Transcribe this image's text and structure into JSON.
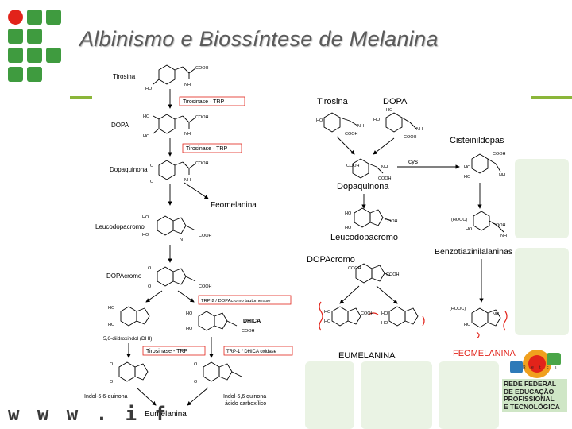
{
  "slide": {
    "title": "Albinismo e Biossíntese de Melanina",
    "url_fragment": "w w w . i f"
  },
  "left_pathway": {
    "compounds": {
      "tirosina": "Tirosina",
      "dopa": "DOPA",
      "dopaquinona": "Dopaquinona",
      "feomelanina": "Feomelanina",
      "leucodopacromo": "Leucodopacromo",
      "dopacromo": "DOPAcromo",
      "dhi": "5,6-diidroxindol (DHI)",
      "dhica": "DHICA",
      "indol_quinona": "Indol-5,6-quinona",
      "indol_quinona_acid_1": "Indol-5,6 quinona",
      "indol_quinona_acid_2": "ácido carboxílico",
      "eumelanina": "Eumelanina"
    },
    "enzymes": {
      "tyr_trp_1": "Tirosinase · TRP",
      "tyr_trp_2": "Tirosinase · TRP",
      "trp2": "TRP-2 / DOPAcromo tautomerase",
      "tyr_trp_3": "Tirosinase - TRP",
      "trp1": "TRP-1 / DHICA oxidase"
    },
    "groups": {
      "cooh": "COOH",
      "ho": "HO",
      "o": "O",
      "nh2": "NH",
      "sub2": "2",
      "n": "N",
      "h": "H"
    }
  },
  "right_pathway": {
    "compounds": {
      "tirosina": "Tirosina",
      "dopa": "DOPA",
      "cisteinildopas": "Cisteinildopas",
      "dopaquinona": "Dopaquinona",
      "cys": "cys",
      "leucodopacromo": "Leucodopacromo",
      "benzotiazinilalaninas": "Benzotiazinilalaninas",
      "dopacromo": "DOPAcromo",
      "eumelanina": "EUMELANINA",
      "feomelanina": "FEOMELANINA"
    },
    "groups": {
      "cooh": "COOH",
      "ho": "HO",
      "nh2": "NH",
      "sub2": "2",
      "hooc": "(HOOC)",
      "h": "H"
    }
  },
  "badge": {
    "line1": "REDE FEDERAL",
    "line2": "DE EDUCAÇÃO",
    "line3": "PROFISSIONAL",
    "line4": "E TECNOLÓGICA",
    "letters": "R e t c s"
  },
  "colors": {
    "logo_green": "#3f9b3f",
    "logo_red": "#e2231a",
    "accent_green": "#8bb63a",
    "feomelanina_red": "#e2231a"
  }
}
